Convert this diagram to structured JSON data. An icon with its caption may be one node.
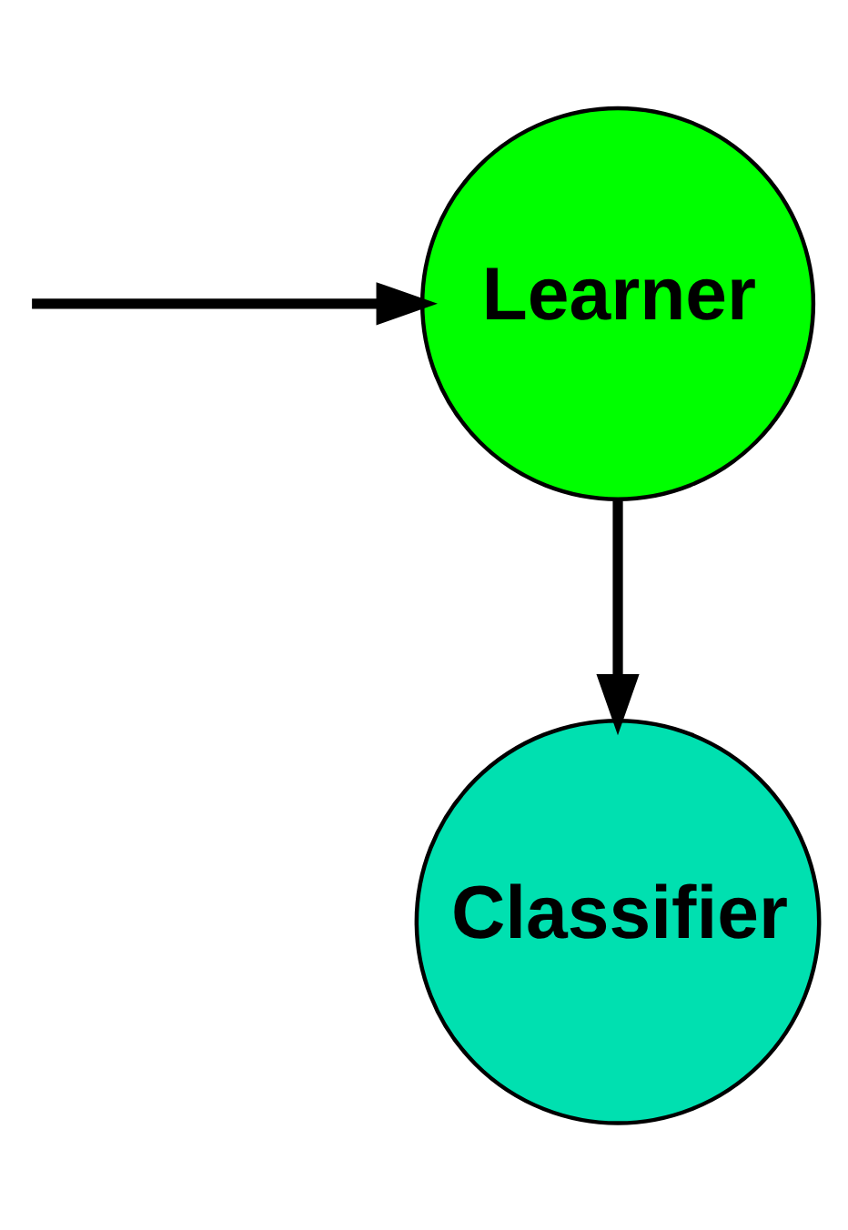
{
  "diagram": {
    "nodes": [
      {
        "text": [
          "Learner"
        ]
      },
      {
        "text": [
          "Classifier"
        ]
      }
    ],
    "edges": [
      {
        "from": null,
        "to": 0,
        "arrow": "to"
      },
      {
        "from": 0,
        "to": 1,
        "arrow": "to"
      }
    ]
  }
}
